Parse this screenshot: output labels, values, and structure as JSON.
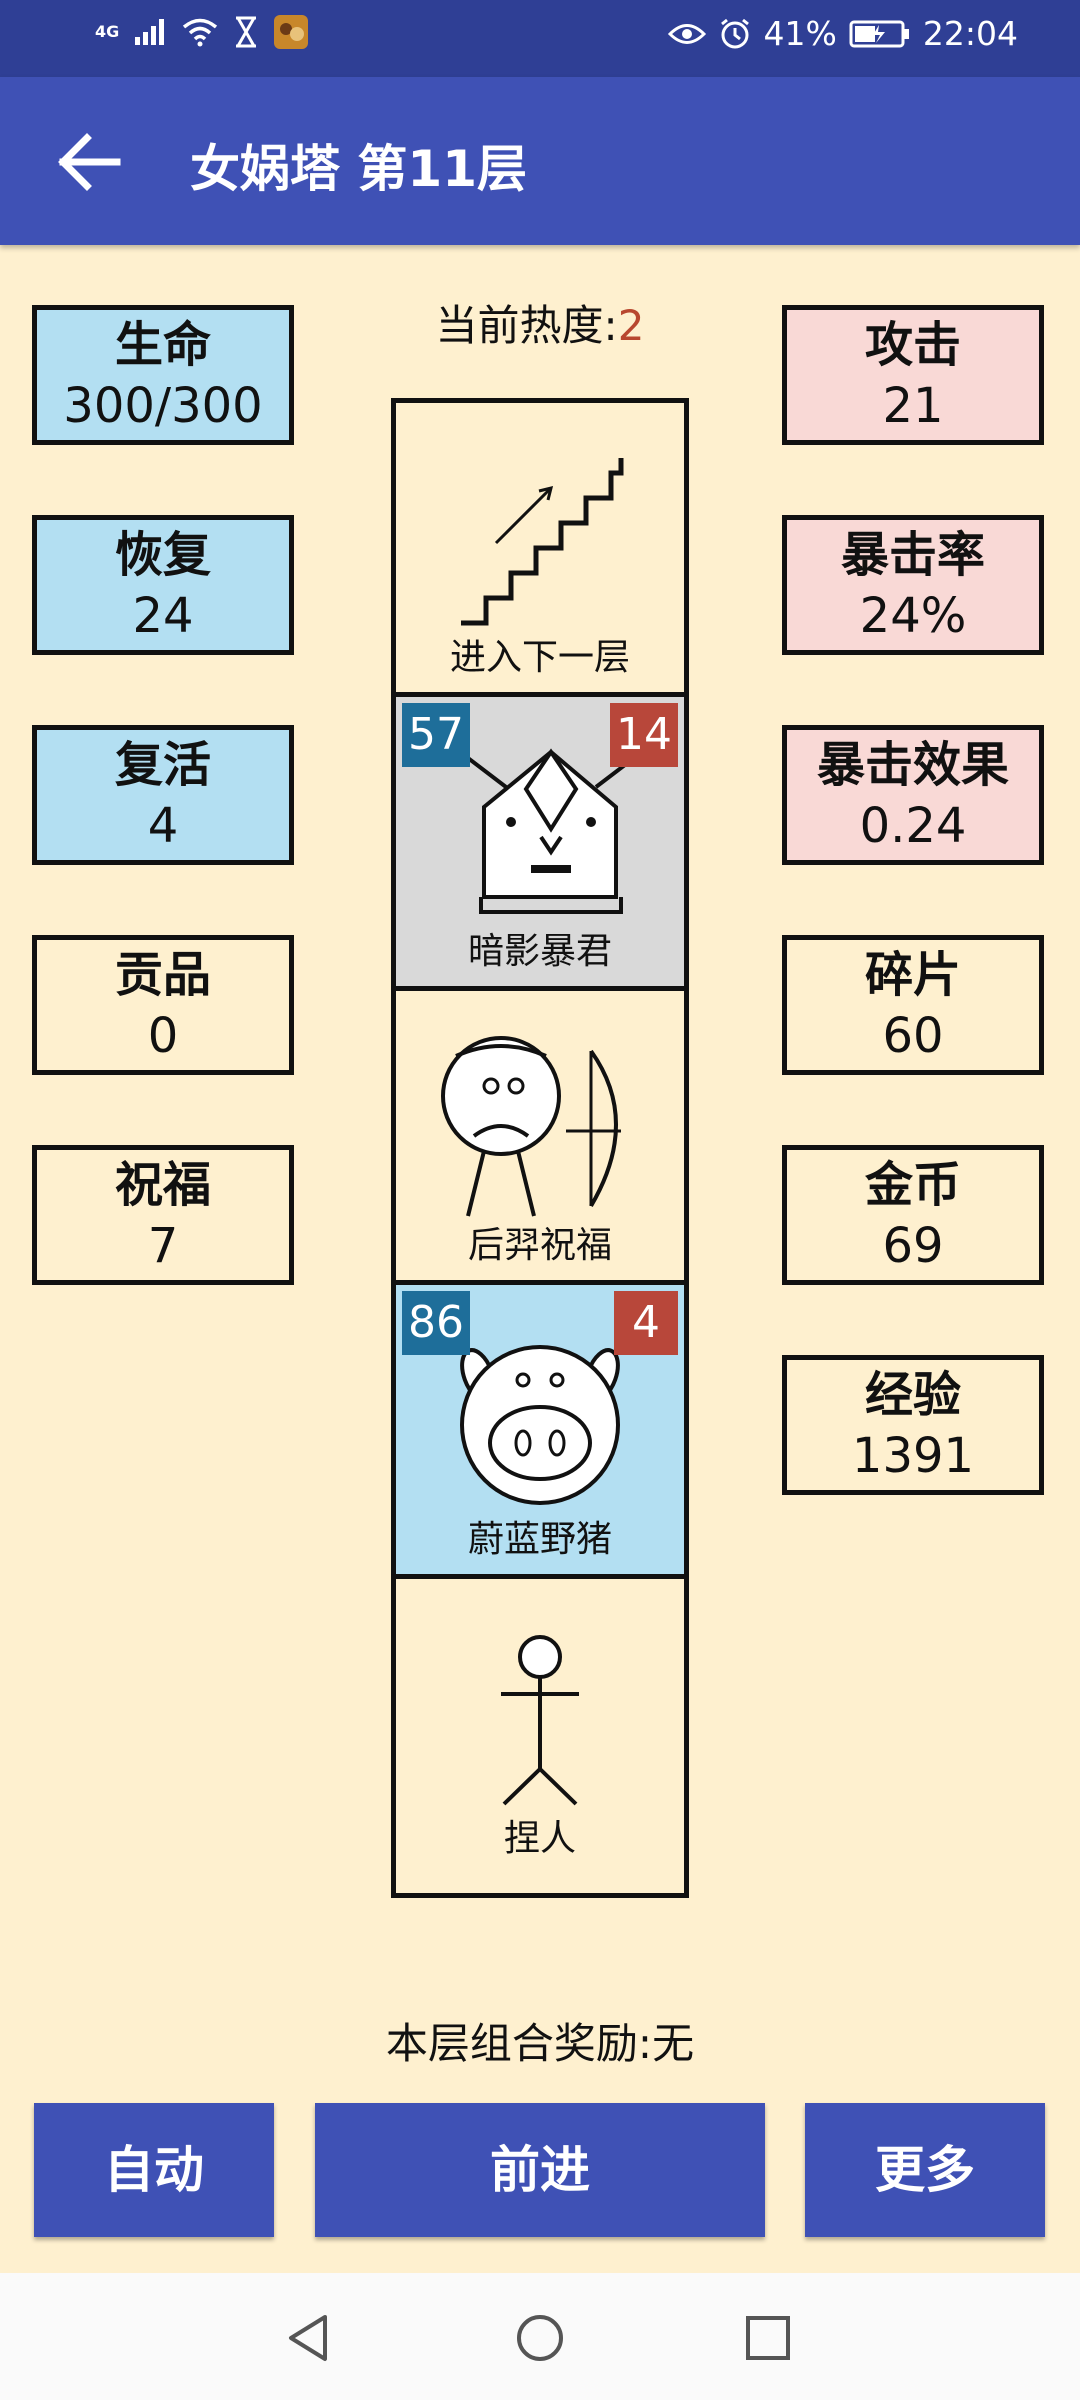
{
  "status_bar": {
    "network": "4G",
    "battery": "41%",
    "time": "22:04",
    "icons": [
      "signal-icon",
      "wifi-icon",
      "hourglass-icon",
      "app-icon",
      "eye-icon",
      "alarm-icon",
      "battery-icon"
    ]
  },
  "app_bar": {
    "title": "女娲塔 第11层"
  },
  "heat": {
    "label": "当前热度:",
    "value": "2"
  },
  "left_stats": [
    {
      "label": "生命",
      "value": "300/300"
    },
    {
      "label": "恢复",
      "value": "24"
    },
    {
      "label": "复活",
      "value": "4"
    },
    {
      "label": "贡品",
      "value": "0"
    },
    {
      "label": "祝福",
      "value": "7"
    }
  ],
  "right_stats": [
    {
      "label": "攻击",
      "value": "21"
    },
    {
      "label": "暴击率",
      "value": "24%"
    },
    {
      "label": "暴击效果",
      "value": "0.24"
    },
    {
      "label": "碎片",
      "value": "60"
    },
    {
      "label": "金币",
      "value": "69"
    },
    {
      "label": "经验",
      "value": "1391"
    }
  ],
  "tower": [
    {
      "name": "进入下一层",
      "icon": "stairs-icon"
    },
    {
      "name": "暗影暴君",
      "icon": "tyrant-icon",
      "hp": "57",
      "atk": "14"
    },
    {
      "name": "后羿祝福",
      "icon": "archer-icon"
    },
    {
      "name": "蔚蓝野猪",
      "icon": "boar-icon",
      "hp": "86",
      "atk": "4"
    },
    {
      "name": "捏人",
      "icon": "stickman-icon"
    }
  ],
  "reward": {
    "label": "本层组合奖励:",
    "value": "无"
  },
  "buttons": {
    "auto": "自动",
    "forward": "前进",
    "more": "更多"
  },
  "colors": {
    "background": "#FEF0CF",
    "primary": "#3F51B5",
    "status_bar": "#2F3F95",
    "blue_box": "#B3DFF2",
    "pink_box": "#F9D9D6",
    "hp_badge": "#1E6E9A",
    "atk_badge": "#B8473A",
    "heat_value": "#B8472F"
  }
}
